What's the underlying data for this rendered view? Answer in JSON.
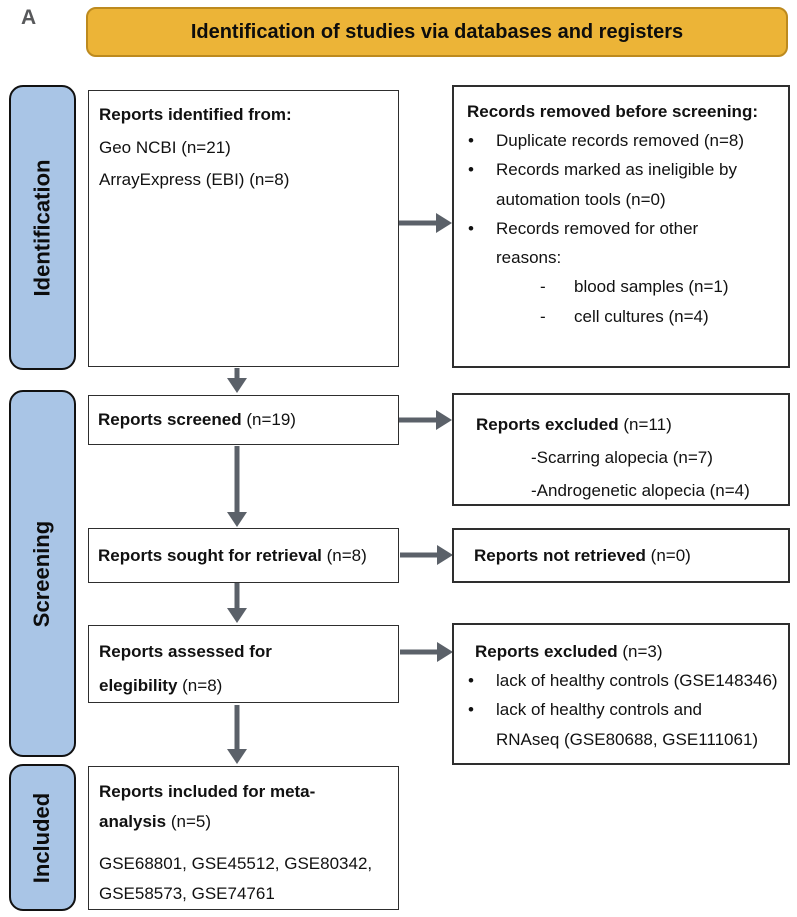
{
  "panel_label": "A",
  "banner": {
    "title": "Identification of studies via databases and registers"
  },
  "colors": {
    "banner_fill": "#ecb437",
    "banner_border": "#bd8a1e",
    "sidebar_fill": "#a9c5e6",
    "box_border": "#2e2e2e",
    "arrow": "#5b6169",
    "panel_label": "#58595b"
  },
  "sidebar": {
    "items": [
      {
        "label": "Identification"
      },
      {
        "label": "Screening"
      },
      {
        "label": "Included"
      }
    ]
  },
  "flow": {
    "identified": {
      "heading": "Reports identified from:",
      "lines": [
        "Geo NCBI (n=21)",
        "ArrayExpress (EBI) (n=8)"
      ]
    },
    "removed": {
      "heading": "Records removed before screening:",
      "bullet_glyph": "•",
      "bullets": [
        {
          "lines": [
            "Duplicate records removed  (n=8)",
            ""
          ]
        },
        {
          "lines": [
            "Records marked as ineligible by",
            "automation tools (n=0)"
          ]
        },
        {
          "lines": [
            "Records removed for other",
            "reasons:"
          ]
        }
      ],
      "sub_glyph": "-",
      "sub_bullets": [
        "blood samples (n=1)",
        "cell cultures (n=4)"
      ]
    },
    "screened": {
      "bold": "Reports screened",
      "normal": " (n=19)"
    },
    "excluded1": {
      "bold": "Reports excluded",
      "normal": " (n=11)",
      "lines": [
        "-Scarring alopecia (n=7)",
        "-Androgenetic alopecia (n=4)"
      ]
    },
    "sought": {
      "bold": "Reports sought for retrieval",
      "normal": " (n=8)"
    },
    "not_retrieved": {
      "bold": "Reports not retrieved",
      "normal": " (n=0)"
    },
    "assessed": {
      "bold_line1": "Reports assessed for",
      "bold_line2": "elegibility",
      "normal": " (n=8)"
    },
    "excluded2": {
      "bold": "Reports excluded",
      "normal": " (n=3)",
      "bullet_glyph": "•",
      "bullets": [
        {
          "lines": [
            "lack of healthy controls (GSE148346)",
            ""
          ]
        },
        {
          "lines": [
            "lack of healthy controls and",
            "RNAseq (GSE80688, GSE111061)"
          ]
        }
      ]
    },
    "included": {
      "bold_line1": "Reports included for meta-",
      "bold_line2": "analysis",
      "normal": " (n=5)",
      "lines": [
        "GSE68801, GSE45512, GSE80342,",
        "GSE58573, GSE74761"
      ]
    }
  }
}
